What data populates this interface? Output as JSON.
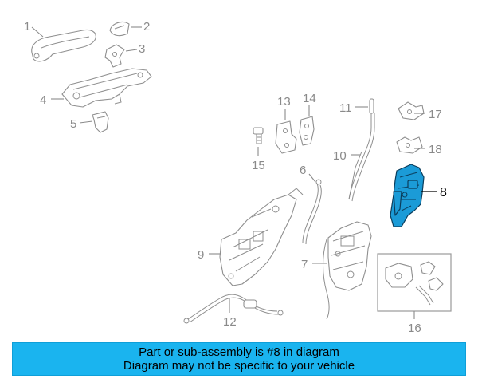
{
  "diagram": {
    "highlight_color": "#1b9bd7",
    "callouts": [
      "1",
      "2",
      "3",
      "4",
      "5",
      "6",
      "7",
      "8",
      "9",
      "10",
      "11",
      "12",
      "13",
      "14",
      "15",
      "16",
      "17",
      "18"
    ],
    "highlighted_callout": "8"
  },
  "banner": {
    "line1": "Part or sub-assembly is #8 in diagram",
    "line2": "Diagram may not be specific to your vehicle",
    "background": "#1ab4ef"
  }
}
